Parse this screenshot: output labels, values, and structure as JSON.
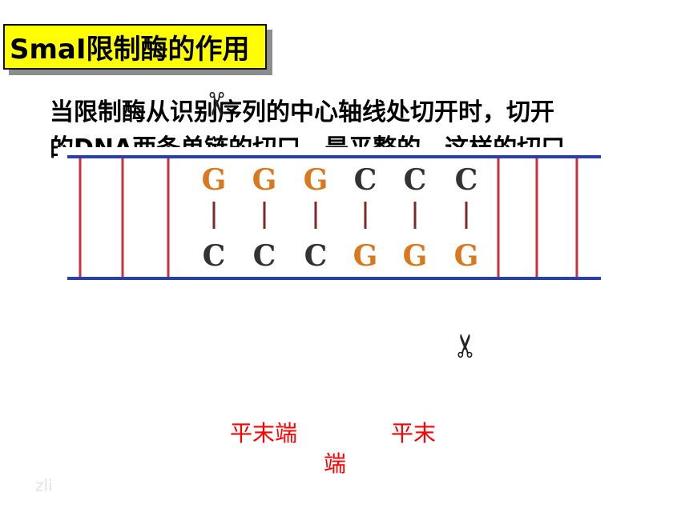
{
  "title": "SmaI限制酶的作用",
  "description": {
    "line1": "当限制酶从识别序列的中心轴线处切开时，切开",
    "line2": "的DNA两条单链的切口，是平整的，这样的切口"
  },
  "dna": {
    "top_strand": [
      "G",
      "G",
      "G",
      "C",
      "C",
      "C"
    ],
    "bottom_strand": [
      "C",
      "C",
      "C",
      "G",
      "G",
      "G"
    ],
    "colors": {
      "G": "#d9781e",
      "C": "#333333",
      "backbone": "#2a3fa8",
      "rung": "#c8323c",
      "bond": "#7a2a2a"
    }
  },
  "labels": {
    "left": "平末端",
    "right_line1": "平末",
    "right_line2": "端"
  },
  "watermark": "zli"
}
